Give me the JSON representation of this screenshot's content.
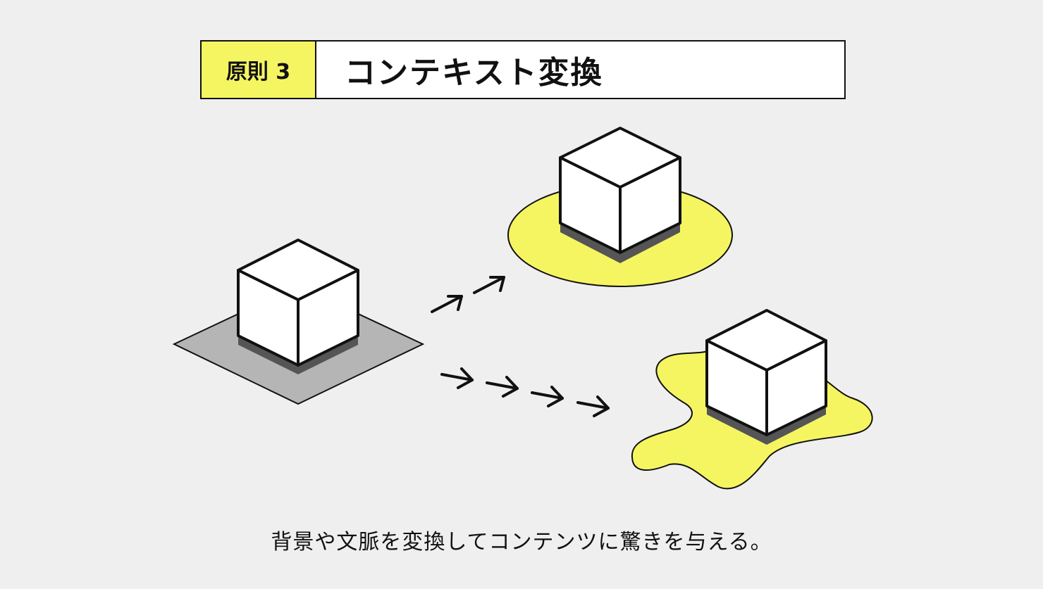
{
  "header": {
    "principle_label": "原則 3",
    "title": "コンテキスト変換"
  },
  "caption": "背景や文脈を変換してコンテンツに驚きを与える。",
  "colors": {
    "accent_yellow": "#f5f562",
    "background": "#efefef",
    "plane_gray": "#b4b5b4",
    "shadow_gray": "#555555",
    "stroke": "#111111"
  },
  "icons": [
    "cube-icon",
    "arrow-icon"
  ]
}
